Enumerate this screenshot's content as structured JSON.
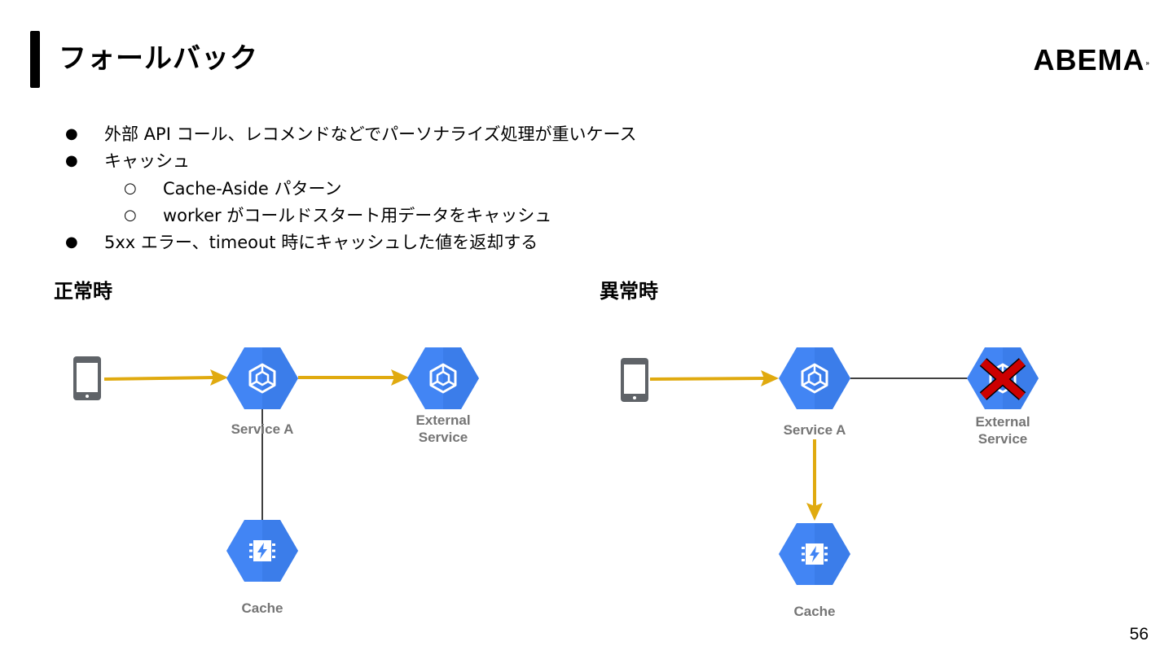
{
  "slide": {
    "title": "フォールバック",
    "logo": "ABEMA",
    "page_number": "56"
  },
  "bullets": [
    {
      "level": 1,
      "marker": "●",
      "text": "外部 API コール、レコメンドなどでパーソナライズ処理が重いケース"
    },
    {
      "level": 1,
      "marker": "●",
      "text": "キャッシュ"
    },
    {
      "level": 2,
      "marker": "○",
      "text": "Cache-Aside パターン"
    },
    {
      "level": 2,
      "marker": "○",
      "text": "worker がコールドスタート用データをキャッシュ"
    },
    {
      "level": 1,
      "marker": "●",
      "text": "5xx エラー、timeout 時にキャッシュした値を返却する"
    }
  ],
  "normal": {
    "heading": "正常時",
    "service_label": "Service A",
    "external_label_line1": "External",
    "external_label_line2": "Service",
    "cache_label": "Cache"
  },
  "abnormal": {
    "heading": "異常時",
    "service_label": "Service A",
    "external_label_line1": "External",
    "external_label_line2": "Service",
    "cache_label": "Cache"
  },
  "colors": {
    "hex_blue": "#4285f4",
    "hex_blue_dark": "#2f6fd8",
    "arrow_gold": "#e0aa0f",
    "phone_gray": "#5f6368",
    "error_red": "#cc0000",
    "label_gray": "#757575"
  },
  "icons": {
    "phone": "smartphone-icon",
    "service": "kubernetes-engine-icon",
    "external": "kubernetes-engine-icon",
    "cache": "memorystore-icon",
    "error": "red-x-icon"
  }
}
